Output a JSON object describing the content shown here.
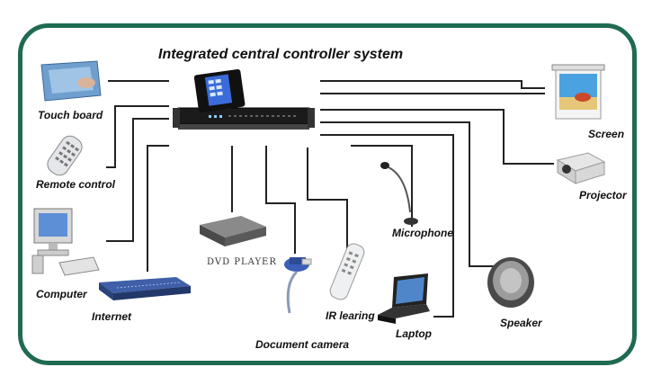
{
  "title": "Integrated central controller system",
  "devices": {
    "touch_board": "Touch board",
    "remote_control": "Remote control",
    "computer": "Computer",
    "internet": "Internet",
    "dvd_player": "DVD PLAYER",
    "document_camera": "Document camera",
    "ir_learning": "IR learing",
    "microphone": "Microphone",
    "laptop": "Laptop",
    "speaker": "Speaker",
    "screen": "Screen",
    "projector": "Projector"
  },
  "colors": {
    "frame": "#1f6b52",
    "lines": "#222222"
  }
}
